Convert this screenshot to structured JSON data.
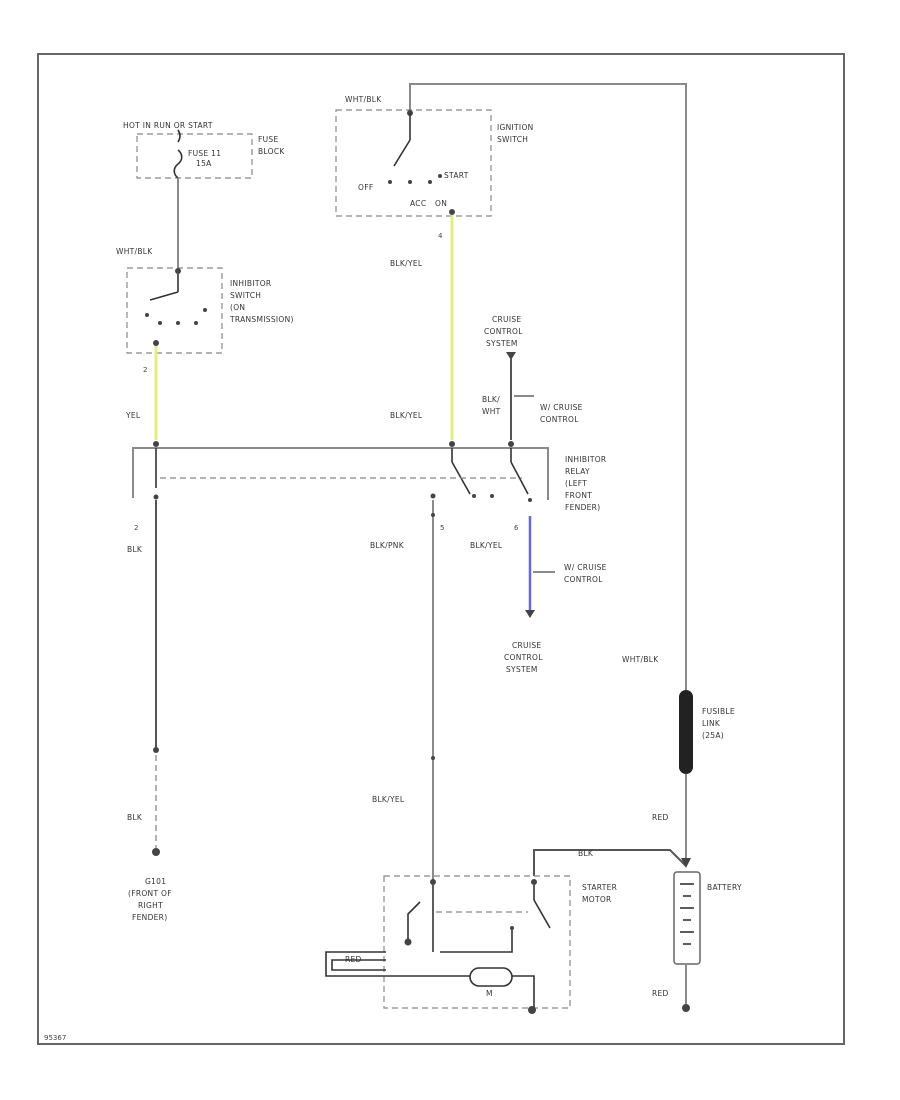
{
  "diagram": {
    "page_code": "95367",
    "labels": {
      "hot_run_start": "HOT IN RUN OR START",
      "fuse_block": [
        "FUSE",
        "BLOCK"
      ],
      "fuse_rating": [
        "FUSE 11",
        "15A"
      ],
      "wht_blk_top": "WHT/BLK",
      "ignition_switch": [
        "IGNITION",
        "SWITCH"
      ],
      "ign_off": "OFF",
      "ign_start": "START",
      "ign_acc": "ACC",
      "ign_on": "ON",
      "wht_blk_left": "WHT/BLK",
      "blk_yel_ign": "BLK/YEL",
      "pin_4_ign": "4",
      "inhibitor_switch": [
        "INHIBITOR",
        "SWITCH",
        "(ON",
        "TRANSMISSION)"
      ],
      "pin_2_inh": "2",
      "yel": "YEL",
      "cruise_control_system_top": [
        "CRUISE",
        "CONTROL",
        "SYSTEM"
      ],
      "blk_wht": [
        "BLK/",
        "WHT"
      ],
      "w_cruise_top": [
        "W/ CRUISE",
        "CONTROL"
      ],
      "blk_yel_mid": "BLK/YEL",
      "inhibitor_relay": [
        "INHIBITOR",
        "RELAY",
        "(LEFT",
        "FRONT",
        "FENDER)"
      ],
      "pin_2_relay": "2",
      "blk_left": "BLK",
      "pin_5_relay": "5",
      "blk_pnk": "BLK/PNK",
      "pin_6_relay": "6",
      "blk_yel_relay": "BLK/YEL",
      "w_cruise_bottom": [
        "W/ CRUISE",
        "CONTROL"
      ],
      "cruise_control_system_bottom": [
        "CRUISE",
        "CONTROL",
        "SYSTEM"
      ],
      "wht_blk_fuse": "WHT/BLK",
      "fusible_link": [
        "FUSIBLE",
        "LINK",
        "(25A)"
      ],
      "blk_ground": "BLK",
      "ground": [
        "G101",
        "(FRONT OF",
        "RIGHT",
        "FENDER)"
      ],
      "blk_yel_starter": "BLK/YEL",
      "red_top": "RED",
      "blk_starter": "BLK",
      "starter_motor": [
        "STARTER",
        "MOTOR"
      ],
      "battery": "BATTERY",
      "red_bottom": "RED",
      "motor_m": "M"
    }
  }
}
